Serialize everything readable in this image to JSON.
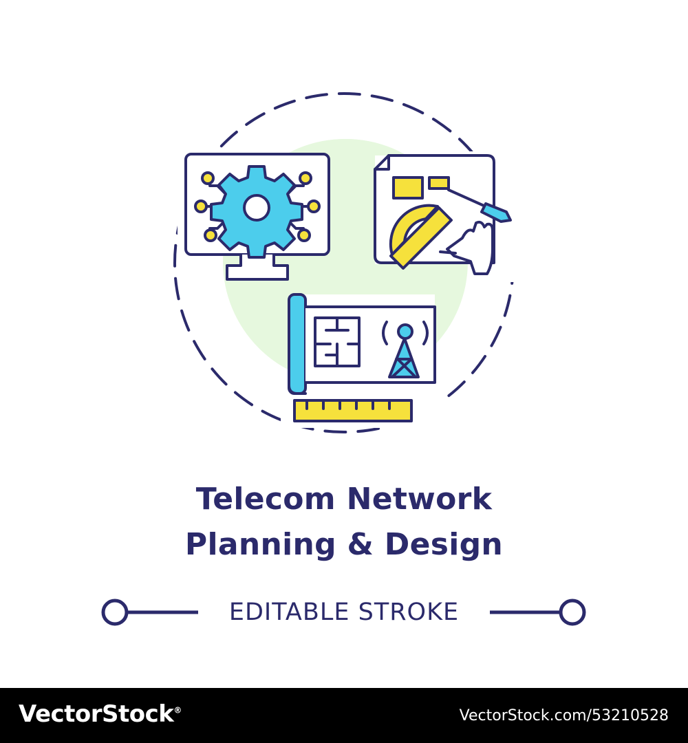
{
  "title": {
    "line1": "Telecom Network",
    "line2": "Planning & Design"
  },
  "tagline": "EDITABLE STROKE",
  "footer": {
    "brand": "VectorStock",
    "brand_registered_mark": "®",
    "credit": "VectorStock.com/53210528"
  },
  "icons": [
    "monitor-gear-network-icon",
    "drafting-paper-protractor-hand-icon",
    "blueprint-antenna-tower-ruler-icon"
  ],
  "colors": {
    "outline": "#2b2a6b",
    "cyan": "#4ccdec",
    "yellow": "#f6e13c",
    "green_circle": "#e6f8de",
    "footer_bg": "#000000",
    "footer_text": "#ffffff"
  }
}
